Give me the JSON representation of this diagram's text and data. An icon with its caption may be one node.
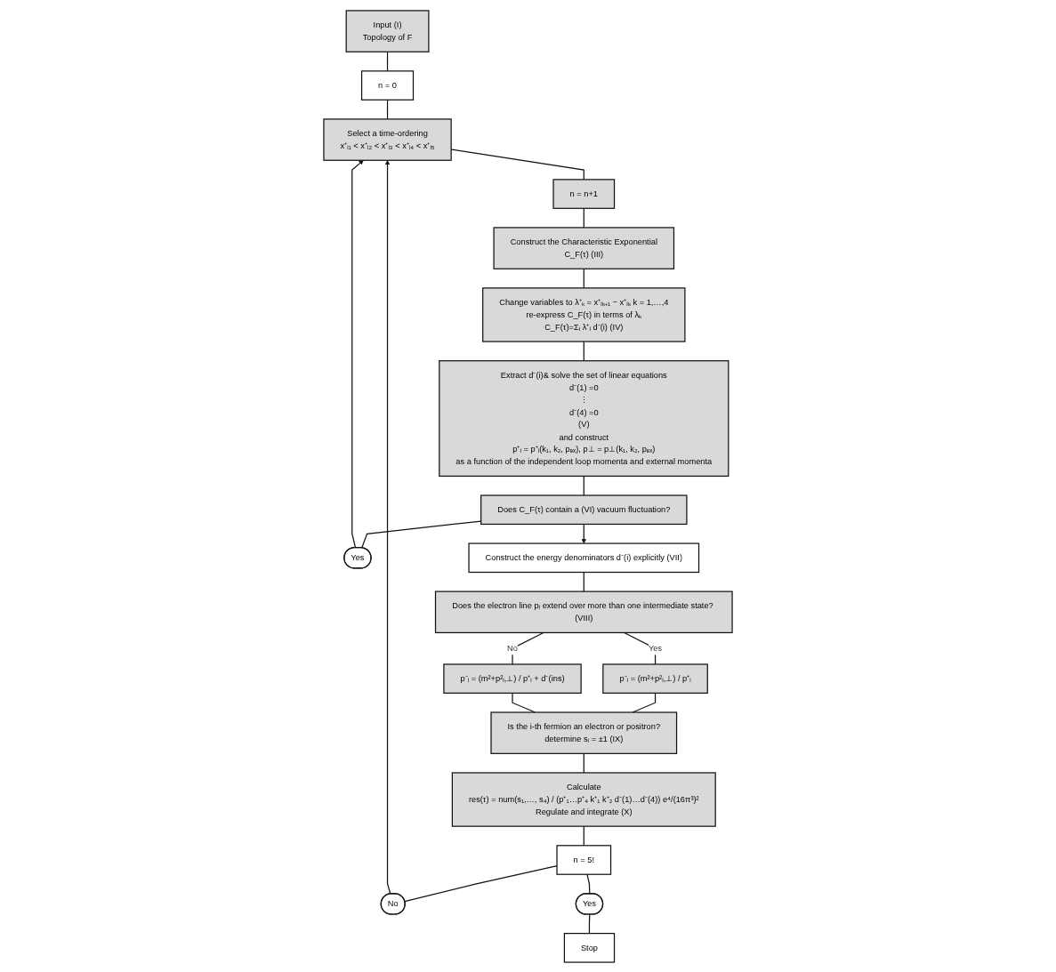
{
  "diagram": {
    "nodes": [
      {
        "text": [
          "Input (I)",
          "Topology of F"
        ]
      },
      {
        "text": [
          "n = 0"
        ]
      },
      {
        "text": [
          "Select a time-ordering",
          "x⁺ᵢ₁ < x⁺ᵢ₂ < x⁺ᵢ₃ < x⁺ᵢ₄ < x⁺ᵢ₅"
        ]
      },
      {
        "text": [
          "n = n+1"
        ]
      },
      {
        "text": [
          "Construct the Characteristic Exponential",
          "C_F(τ) (III)"
        ]
      },
      {
        "text": [
          "Change variables to λ⁺ₖ = x⁺ᵢₖ₊₁ − x⁺ᵢₖ k = 1,…,4",
          "re-express C_F(τ) in terms of λₖ",
          "C_F(τ)=Σᵢ λ⁺ᵢ d⁻(i) (IV)"
        ]
      },
      {
        "text": [
          "Extract d⁻(i)& solve the set of linear equations",
          "d⁻(1) =0",
          "⋮",
          "d⁻(4) =0",
          "(V)",
          "and construct",
          "p⁺ᵢ = p⁺ᵢ(k₁, k₂, pₑₓ), p⊥ = p⊥(k₁, k₂, pₑₓ)",
          "as a function of the independent loop momenta and external momenta"
        ]
      },
      {
        "text": [
          "Does C_F(τ) contain a (VI) vacuum fluctuation?"
        ]
      },
      {
        "text": [
          "Yes"
        ]
      },
      {
        "text": [
          "Construct the energy denominators d⁻(i) explicitly (VII)"
        ]
      },
      {
        "text": [
          "Does the electron line pᵢ extend over more than one intermediate state? (VIII)"
        ]
      },
      {
        "text": [
          "p⁻ᵢ = (m²+p²ᵢ,⊥) / p⁺ᵢ"
        ]
      },
      {
        "text": [
          "p⁻ᵢ = (m²+p²ᵢ,⊥) / p⁺ᵢ + d⁻(ins)"
        ]
      },
      {
        "text": [
          "Is the i-th fermion an electron or positron?",
          "determine sᵢ = ±1 (IX)"
        ]
      },
      {
        "text": [
          "Calculate",
          "res(τ) = num(s₁,…, s₄) / (p⁺₁…p⁺₄ k⁺₁ k⁺₂ d⁻(1)…d⁻(4)) e⁴/(16π³)²",
          "Regulate and integrate (X)"
        ]
      },
      {
        "text": [
          "n = 5!"
        ]
      },
      {
        "text": [
          "No"
        ]
      },
      {
        "text": [
          "Yes"
        ]
      },
      {
        "text": [
          "Stop"
        ]
      }
    ],
    "edges": [
      {
        "from": 0,
        "to": 1,
        "arrow": "none"
      },
      {
        "from": 1,
        "to": 2,
        "arrow": "none"
      },
      {
        "from": 2,
        "to": 3,
        "arrow": "none"
      },
      {
        "from": 3,
        "to": 4,
        "arrow": "none"
      },
      {
        "from": 4,
        "to": 5,
        "arrow": "none"
      },
      {
        "from": 5,
        "to": 6,
        "arrow": "none"
      },
      {
        "from": 6,
        "to": 7,
        "arrow": "none"
      },
      {
        "from": 7,
        "to": 8,
        "arrow": "none"
      },
      {
        "from": 8,
        "to": 2,
        "arrow": "to"
      },
      {
        "from": 7,
        "to": 9,
        "arrow": "to"
      },
      {
        "from": 9,
        "to": 10,
        "arrow": "none"
      },
      {
        "from": 10,
        "to": 11,
        "label": "Yes",
        "arrow": "none"
      },
      {
        "from": 10,
        "to": 12,
        "label": "No",
        "arrow": "none"
      },
      {
        "from": 11,
        "to": 13,
        "arrow": "none"
      },
      {
        "from": 12,
        "to": 13,
        "arrow": "none"
      },
      {
        "from": 13,
        "to": 14,
        "arrow": "none"
      },
      {
        "from": 14,
        "to": 15,
        "arrow": "none"
      },
      {
        "from": 15,
        "to": 16,
        "arrow": "none"
      },
      {
        "from": 16,
        "to": 2,
        "arrow": "to"
      },
      {
        "from": 15,
        "to": 17,
        "arrow": "none"
      },
      {
        "from": 17,
        "to": 18,
        "arrow": "none"
      }
    ]
  }
}
